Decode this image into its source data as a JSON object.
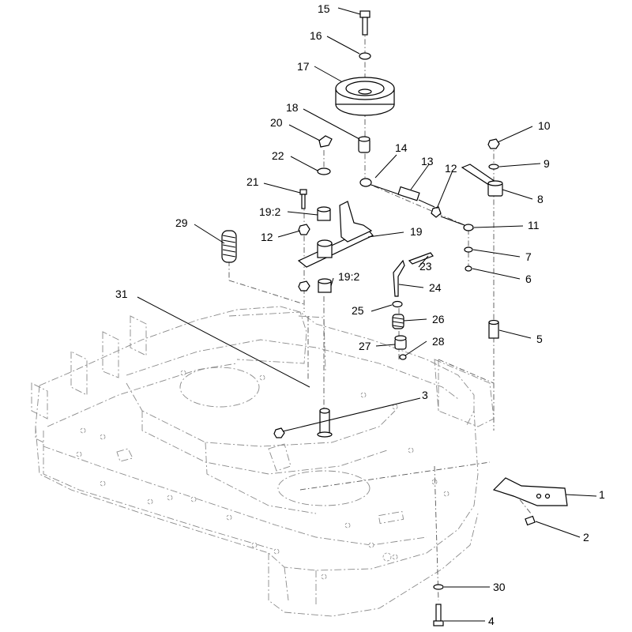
{
  "diagram": {
    "callouts": [
      {
        "id": "c15",
        "text": "15"
      },
      {
        "id": "c16",
        "text": "16"
      },
      {
        "id": "c17",
        "text": "17"
      },
      {
        "id": "c18",
        "text": "18"
      },
      {
        "id": "c20",
        "text": "20"
      },
      {
        "id": "c22",
        "text": "22"
      },
      {
        "id": "c21",
        "text": "21"
      },
      {
        "id": "c19b",
        "text": "19:2"
      },
      {
        "id": "c29",
        "text": "29"
      },
      {
        "id": "c12a",
        "text": "12"
      },
      {
        "id": "c14",
        "text": "14"
      },
      {
        "id": "c13",
        "text": "13"
      },
      {
        "id": "c12b",
        "text": "12"
      },
      {
        "id": "c19",
        "text": "19"
      },
      {
        "id": "c10",
        "text": "10"
      },
      {
        "id": "c9",
        "text": "9"
      },
      {
        "id": "c8",
        "text": "8"
      },
      {
        "id": "c11",
        "text": "11"
      },
      {
        "id": "c7",
        "text": "7"
      },
      {
        "id": "c6",
        "text": "6"
      },
      {
        "id": "c23",
        "text": "23"
      },
      {
        "id": "c24",
        "text": "24"
      },
      {
        "id": "c19c",
        "text": "19:2"
      },
      {
        "id": "c31",
        "text": "31"
      },
      {
        "id": "c25",
        "text": "25"
      },
      {
        "id": "c26",
        "text": "26"
      },
      {
        "id": "c27",
        "text": "27"
      },
      {
        "id": "c28",
        "text": "28"
      },
      {
        "id": "c5",
        "text": "5"
      },
      {
        "id": "c3",
        "text": "3"
      },
      {
        "id": "c1",
        "text": "1"
      },
      {
        "id": "c2",
        "text": "2"
      },
      {
        "id": "c30",
        "text": "30"
      },
      {
        "id": "c4",
        "text": "4"
      }
    ]
  }
}
